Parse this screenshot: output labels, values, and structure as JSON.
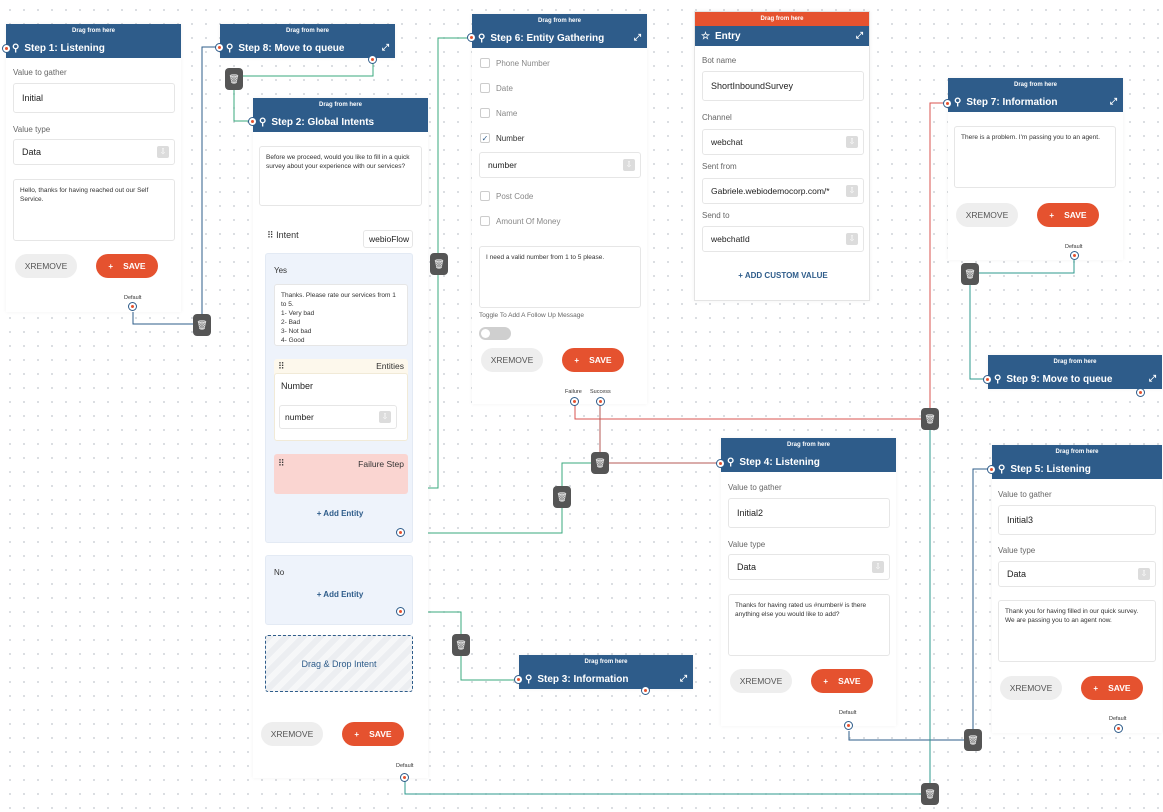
{
  "common": {
    "drag_label": "Drag from here",
    "remove_label": "REMOVE",
    "remove_x": "X",
    "save_label": "SAVE",
    "save_plus": "+",
    "value_to_gather": "Value to gather",
    "value_type": "Value type",
    "default_label": "Default",
    "add_entity": "+ Add Entity"
  },
  "step1": {
    "title": "Step 1: Listening",
    "value": "Initial",
    "type": "Data",
    "message": "Hello, thanks for having reached out our Self Service."
  },
  "step8": {
    "title": "Step 8: Move to queue"
  },
  "step2": {
    "title": "Step 2: Global Intents",
    "message": "Before we proceed, would you like to fill in a quick survey about your experience with our services?",
    "intent_label": "Intent",
    "intent_value": "webioFlow",
    "yes_label": "Yes",
    "yes_message": "Thanks. Please rate our services from 1 to 5.\n1- Very bad\n2- Bad\n3- Not bad\n4- Good",
    "entities_label": "Entities",
    "entity_name": "Number",
    "entity_value": "number",
    "failure_label": "Failure Step",
    "no_label": "No",
    "drop_label": "Drag & Drop Intent"
  },
  "step6": {
    "title": "Step 6: Entity Gathering",
    "options": [
      {
        "label": "Phone Number",
        "checked": false
      },
      {
        "label": "Date",
        "checked": false
      },
      {
        "label": "Name",
        "checked": false
      },
      {
        "label": "Number",
        "checked": true
      }
    ],
    "number_value": "number",
    "options2": [
      {
        "label": "Post Code",
        "checked": false
      },
      {
        "label": "Amount Of Money",
        "checked": false
      }
    ],
    "message": "I need a valid number from 1 to 5 please.",
    "toggle_label": "Toggle To Add A Follow Up Message",
    "failure_label": "Failure",
    "success_label": "Success"
  },
  "entry": {
    "title": "Entry",
    "bot_name_label": "Bot name",
    "bot_name": "ShortInboundSurvey",
    "channel_label": "Channel",
    "channel": "webchat",
    "sent_from_label": "Sent from",
    "sent_from": "Gabriele.webiodemocorp.com/*",
    "send_to_label": "Send to",
    "send_to": "webchatId",
    "add_custom": "+ ADD CUSTOM VALUE"
  },
  "step7": {
    "title": "Step 7: Information",
    "message": "There is a problem. I'm passing you to an agent."
  },
  "step9": {
    "title": "Step 9: Move to queue"
  },
  "step4": {
    "title": "Step 4: Listening",
    "value": "Initial2",
    "type": "Data",
    "message": "Thanks for having rated us #number# is there anything else you would like to add?"
  },
  "step5": {
    "title": "Step 5: Listening",
    "value": "Initial3",
    "type": "Data",
    "message": "Thank you for having filled in our quick survey. We are passing you to an agent now."
  },
  "step3": {
    "title": "Step 3: Information"
  },
  "colors": {
    "header": "#2e5c8a",
    "accent": "#e5522f",
    "wire_green": "#3aa87e",
    "wire_teal": "#2e9a8e",
    "wire_red": "#d9534f",
    "wire_dark": "#2e5c8a"
  },
  "icons": {
    "node": "flow-icon",
    "entry": "star-icon",
    "expand": "expand-icon",
    "trash": "trash-icon",
    "dropdown": "chevron-down-icon",
    "drag_handle": "drag-handle-icon"
  }
}
